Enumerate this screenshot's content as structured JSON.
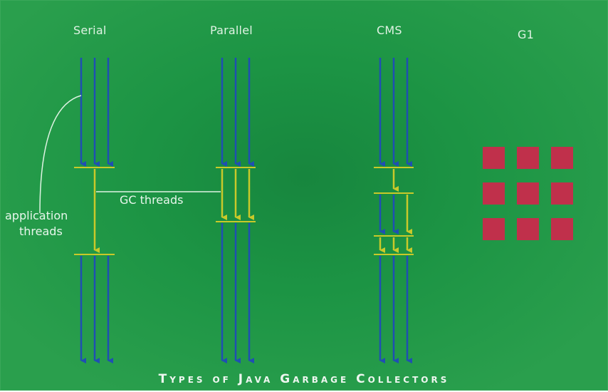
{
  "columns": {
    "serial": "Serial",
    "parallel": "Parallel",
    "cms": "CMS",
    "g1": "G1"
  },
  "annotations": {
    "application_threads_line1": "application",
    "application_threads_line2": "threads",
    "gc_threads": "GC threads"
  },
  "caption": "Types of Java Garbage Collectors",
  "colors": {
    "background": "#1c9444",
    "app_thread": "#1f4fb3",
    "gc_thread": "#c9c92a",
    "g1_region": "#c0304b",
    "text": "#e8f7ec"
  },
  "g1_grid": {
    "rows": 3,
    "cols": 3
  }
}
